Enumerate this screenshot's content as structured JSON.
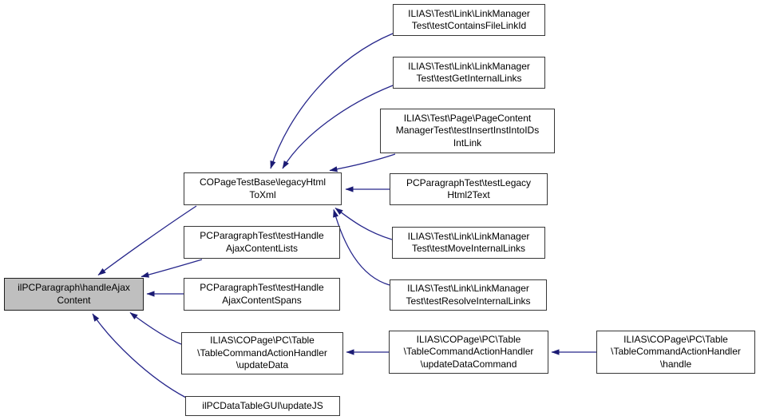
{
  "diagram": {
    "type": "caller-graph",
    "background_color": "#ffffff",
    "node_fill": "#ffffff",
    "focus_node_fill": "#bfbfbf",
    "node_border_color": "#373737",
    "edge_color": "#26268b",
    "nodes": [
      {
        "id": "ilpcparagraph-handleajaxcontent",
        "focus": true,
        "lines": [
          "ilPCParagraph\\handleAjax",
          "Content"
        ]
      },
      {
        "id": "copagetestbase-legacyhtmltoxml",
        "focus": false,
        "lines": [
          "COPageTestBase\\legacyHtml",
          "ToXml"
        ]
      },
      {
        "id": "pcparagraphtest-testhandleajaxcontentlists",
        "focus": false,
        "lines": [
          "PCParagraphTest\\testHandle",
          "AjaxContentLists"
        ]
      },
      {
        "id": "pcparagraphtest-testhandleajaxcontentspans",
        "focus": false,
        "lines": [
          "PCParagraphTest\\testHandle",
          "AjaxContentSpans"
        ]
      },
      {
        "id": "tablecommandactionhandler-updatedata",
        "focus": false,
        "lines": [
          "ILIAS\\COPage\\PC\\Table",
          "\\TableCommandActionHandler",
          "\\updateData"
        ]
      },
      {
        "id": "ilpcdatatablegui-updatejs",
        "focus": false,
        "lines": [
          "ilPCDataTableGUI\\updateJS"
        ]
      },
      {
        "id": "linkmanagertest-testcontainsfilelinkid",
        "focus": false,
        "lines": [
          "ILIAS\\Test\\Link\\LinkManager",
          "Test\\testContainsFileLinkId"
        ]
      },
      {
        "id": "linkmanagertest-testgetinternallinks",
        "focus": false,
        "lines": [
          "ILIAS\\Test\\Link\\LinkManager",
          "Test\\testGetInternalLinks"
        ]
      },
      {
        "id": "pagecontentmanagertest-testinsertinstintoidsintlink",
        "focus": false,
        "lines": [
          "ILIAS\\Test\\Page\\PageContent",
          "ManagerTest\\testInsertInstIntoIDs",
          "IntLink"
        ]
      },
      {
        "id": "pcparagraphtest-testlegacyhtml2text",
        "focus": false,
        "lines": [
          "PCParagraphTest\\testLegacy",
          "Html2Text"
        ]
      },
      {
        "id": "linkmanagertest-testmoveinternallinks",
        "focus": false,
        "lines": [
          "ILIAS\\Test\\Link\\LinkManager",
          "Test\\testMoveInternalLinks"
        ]
      },
      {
        "id": "linkmanagertest-testresolveinternallinks",
        "focus": false,
        "lines": [
          "ILIAS\\Test\\Link\\LinkManager",
          "Test\\testResolveInternalLinks"
        ]
      },
      {
        "id": "tablecommandactionhandler-updatedatacommand",
        "focus": false,
        "lines": [
          "ILIAS\\COPage\\PC\\Table",
          "\\TableCommandActionHandler",
          "\\updateDataCommand"
        ]
      },
      {
        "id": "tablecommandactionhandler-handle",
        "focus": false,
        "lines": [
          "ILIAS\\COPage\\PC\\Table",
          "\\TableCommandActionHandler",
          "\\handle"
        ]
      }
    ],
    "edges": [
      {
        "from": "linkmanagertest-testcontainsfilelinkid",
        "to": "copagetestbase-legacyhtmltoxml"
      },
      {
        "from": "linkmanagertest-testgetinternallinks",
        "to": "copagetestbase-legacyhtmltoxml"
      },
      {
        "from": "pagecontentmanagertest-testinsertinstintoidsintlink",
        "to": "copagetestbase-legacyhtmltoxml"
      },
      {
        "from": "pcparagraphtest-testlegacyhtml2text",
        "to": "copagetestbase-legacyhtmltoxml"
      },
      {
        "from": "linkmanagertest-testmoveinternallinks",
        "to": "copagetestbase-legacyhtmltoxml"
      },
      {
        "from": "linkmanagertest-testresolveinternallinks",
        "to": "copagetestbase-legacyhtmltoxml"
      },
      {
        "from": "copagetestbase-legacyhtmltoxml",
        "to": "ilpcparagraph-handleajaxcontent"
      },
      {
        "from": "pcparagraphtest-testhandleajaxcontentlists",
        "to": "ilpcparagraph-handleajaxcontent"
      },
      {
        "from": "pcparagraphtest-testhandleajaxcontentspans",
        "to": "ilpcparagraph-handleajaxcontent"
      },
      {
        "from": "tablecommandactionhandler-updatedata",
        "to": "ilpcparagraph-handleajaxcontent"
      },
      {
        "from": "ilpcdatatablegui-updatejs",
        "to": "ilpcparagraph-handleajaxcontent"
      },
      {
        "from": "tablecommandactionhandler-updatedatacommand",
        "to": "tablecommandactionhandler-updatedata"
      },
      {
        "from": "tablecommandactionhandler-handle",
        "to": "tablecommandactionhandler-updatedatacommand"
      }
    ]
  }
}
